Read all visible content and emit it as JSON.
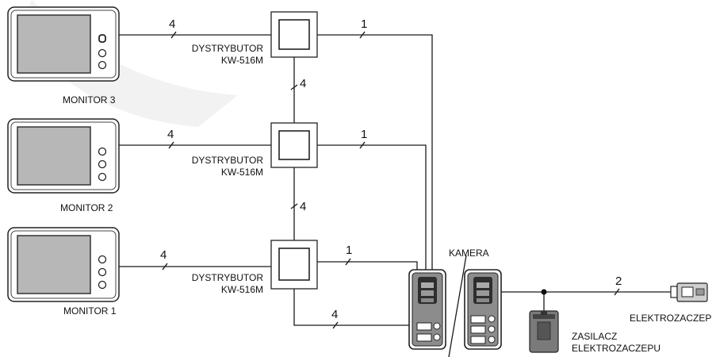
{
  "monitors": [
    {
      "label": "MONITOR 3"
    },
    {
      "label": "MONITOR 2"
    },
    {
      "label": "MONITOR 1"
    }
  ],
  "distributors": [
    {
      "line1": "DYSTRYBUTOR",
      "line2": "KW-516M"
    },
    {
      "line1": "DYSTRYBUTOR",
      "line2": "KW-516M"
    },
    {
      "line1": "DYSTRYBUTOR",
      "line2": "KW-516M"
    }
  ],
  "wire_counts": {
    "monitor3_to_dist": "4",
    "dist3_to_camera": "1",
    "dist3_to_dist2": "4",
    "monitor2_to_dist": "4",
    "dist2_to_camera": "1",
    "dist2_to_dist1": "4",
    "monitor1_to_dist": "4",
    "dist1_to_camera": "1",
    "dist1_bottom_to_camera": "4",
    "camera_to_lock": "2"
  },
  "camera": {
    "label": "KAMERA"
  },
  "power_supply": {
    "line1": "ZASILACZ",
    "line2": "ELEKTROZACZEPU"
  },
  "electric_lock": {
    "label": "ELEKTROZACZEP"
  }
}
